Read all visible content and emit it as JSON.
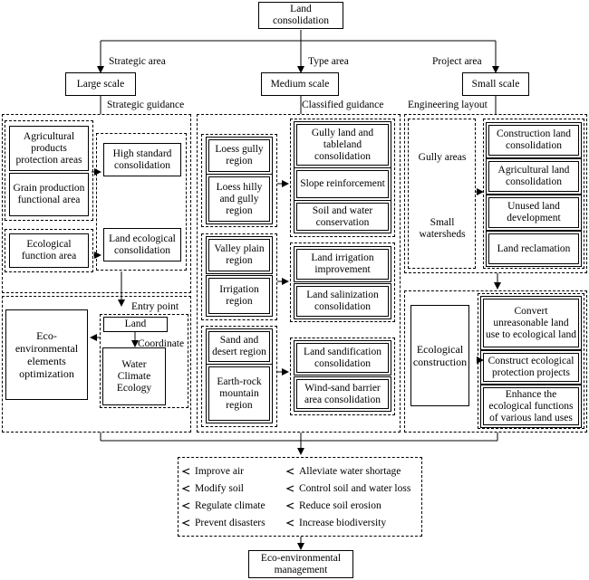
{
  "root": "Land consolidation",
  "branches": {
    "left": {
      "label": "Strategic area",
      "scale": "Large scale",
      "guidance": "Strategic guidance"
    },
    "mid": {
      "label": "Type area",
      "scale": "Medium scale",
      "guidance": "Classified guidance"
    },
    "right": {
      "label": "Project area",
      "scale": "Small scale",
      "guidance": "Engineering layout"
    }
  },
  "left": {
    "agri": "Agricultural products protection areas",
    "grain": "Grain production functional area",
    "highstd": "High standard consolidation",
    "ecoarea": "Ecological function area",
    "landeco": "Land ecological consolidation",
    "entry": "Entry point",
    "optim": "Eco-environmental elements optimization",
    "land": "Land",
    "coordinate": "Coordinate",
    "wce": "Water Climate Ecology"
  },
  "mid": {
    "loessgully": "Loess gully region",
    "loesshilly": "Loess hilly and gully region",
    "gullyland": "Gully land and tableland consolidation",
    "slope": "Slope reinforcement",
    "soilwater": "Soil and water conservation",
    "valley": "Valley plain region",
    "irrigation": "Irrigation region",
    "irrimprove": "Land irrigation improvement",
    "salin": "Land salinization consolidation",
    "sand": "Sand and desert region",
    "earthrock": "Earth-rock mountain region",
    "sandif": "Land sandification consolidation",
    "windsand": "Wind-sand barrier area consolidation"
  },
  "right": {
    "gullyareas": "Gully areas",
    "watersheds": "Small watersheds",
    "construction": "Construction land consolidation",
    "agriland": "Agricultural land consolidation",
    "unused": "Unused land development",
    "reclamation": "Land reclamation",
    "ecocons": "Ecological construction",
    "convert": "Convert unreasonable land use to ecological land",
    "protect": "Construct ecological protection projects",
    "enhance": "Enhance the ecological functions of various land uses"
  },
  "benefits": {
    "left": [
      "Improve air",
      "Modify soil",
      "Regulate climate",
      "Prevent disasters"
    ],
    "right": [
      "Alleviate water shortage",
      "Control soil and water loss",
      "Reduce soil erosion",
      "Increase biodiversity"
    ]
  },
  "final": "Eco-environmental management"
}
